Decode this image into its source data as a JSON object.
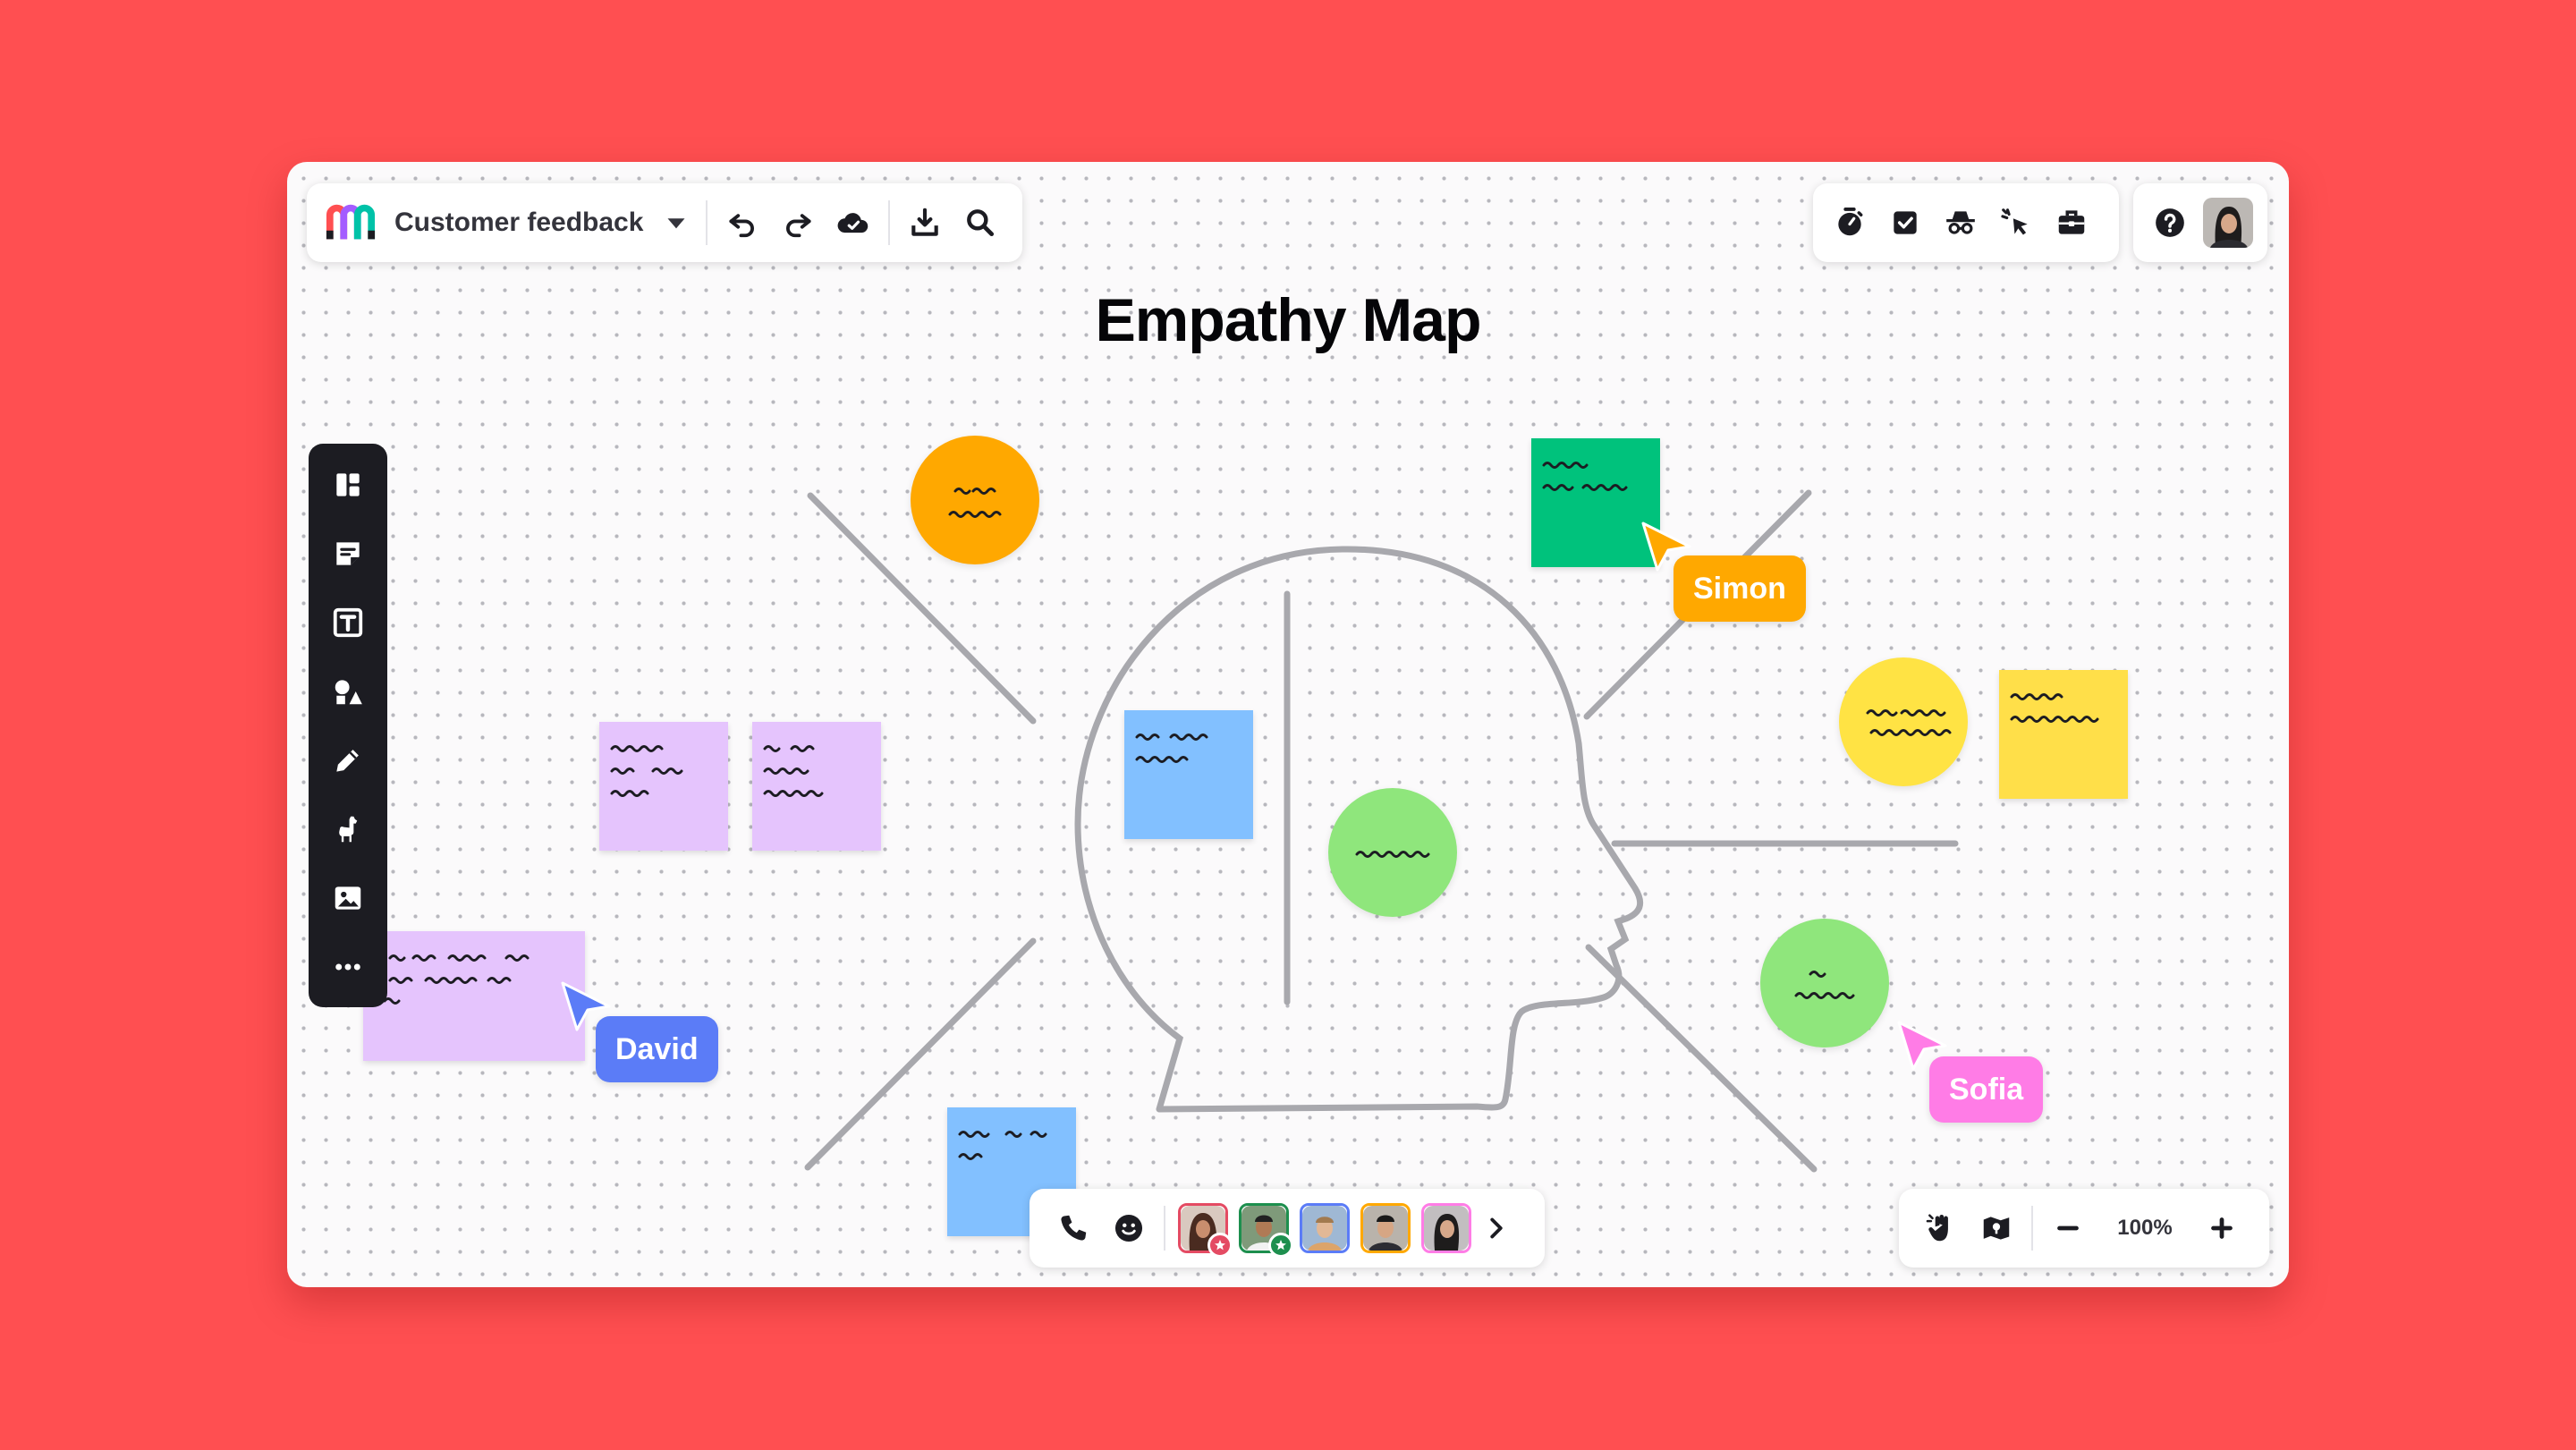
{
  "app": {
    "board_name": "Customer feedback"
  },
  "canvas": {
    "title": "Empathy Map"
  },
  "toolbar_top_left": [
    "dropdown-icon",
    "undo-icon",
    "redo-icon",
    "cloud-saved-icon",
    "export-icon",
    "search-icon"
  ],
  "toolbar_top_right": [
    "timer-icon",
    "voting-icon",
    "incognito-icon",
    "cursor-focus-icon",
    "toolbox-icon",
    "help-icon",
    "profile-avatar"
  ],
  "left_toolbar": [
    "templates-icon",
    "sticky-note-icon",
    "text-icon",
    "shapes-icon",
    "pen-icon",
    "llama-icon",
    "image-icon",
    "more-icon"
  ],
  "collaborators": {
    "cursors": [
      {
        "name": "David",
        "color": "#5b7cf7"
      },
      {
        "name": "Simon",
        "color": "#ffa800"
      },
      {
        "name": "Sofia",
        "color": "#ff7ce6"
      }
    ],
    "avatars": [
      "user-1",
      "user-2",
      "user-3",
      "user-4",
      "user-5"
    ]
  },
  "zoom": {
    "level": "100%"
  },
  "colors": {
    "background": "#ff4f51",
    "sticky_purple": "#e5c4fd",
    "sticky_blue": "#82c0ff",
    "sticky_green": "#00c27c",
    "sticky_yellow": "#ffdf49",
    "circle_orange": "#ffa800",
    "circle_green": "#8fe67c",
    "circle_yellow": "#ffe344"
  }
}
